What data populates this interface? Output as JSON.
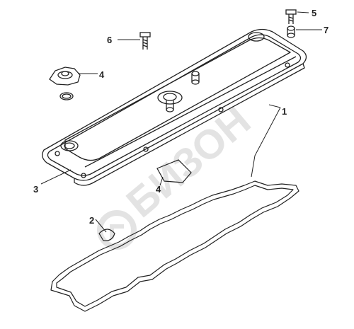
{
  "watermark": {
    "text": "БИЗОН",
    "logo_icon": "bizon-logo-icon"
  },
  "callouts": [
    {
      "id": "1",
      "label": "1",
      "part": "valve-cover-gasket"
    },
    {
      "id": "2",
      "label": "2",
      "part": "gasket-seal"
    },
    {
      "id": "3",
      "label": "3",
      "part": "valve-cover"
    },
    {
      "id": "4a",
      "label": "4",
      "part": "oil-filler-cap"
    },
    {
      "id": "4b",
      "label": "4",
      "part": "breather-cap"
    },
    {
      "id": "5",
      "label": "5",
      "part": "bolt"
    },
    {
      "id": "6",
      "label": "6",
      "part": "bolt"
    },
    {
      "id": "7",
      "label": "7",
      "part": "spacer-sleeve"
    }
  ],
  "colors": {
    "line": "#222222",
    "watermark": "#e3e3e3"
  }
}
